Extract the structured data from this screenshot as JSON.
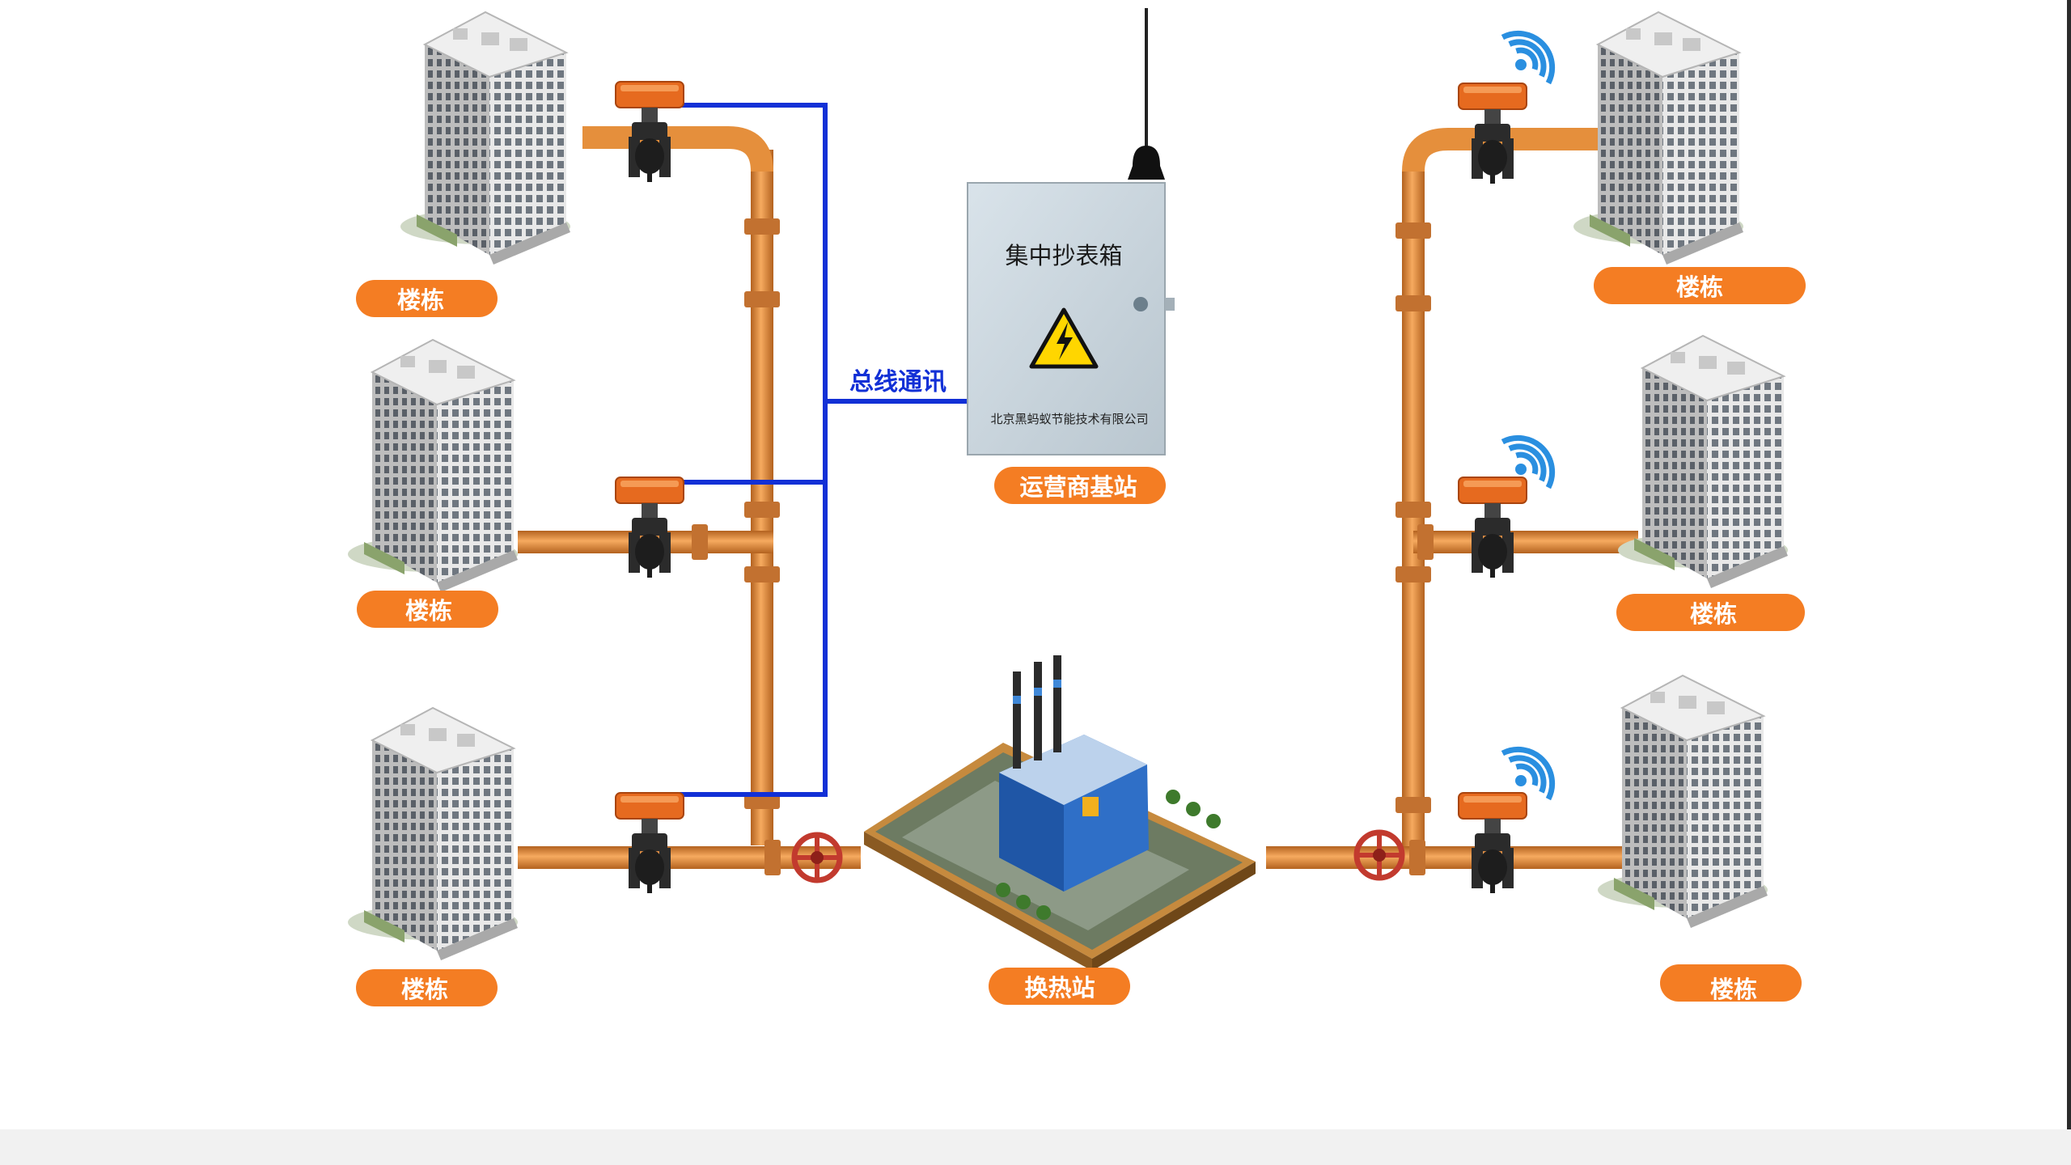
{
  "labels": {
    "building": "楼栋",
    "meter_box_title": "集中抄表箱",
    "company": "北京黑蚂蚁节能技术有限公司",
    "bus_comm": "总线通讯",
    "base_station": "运营商基站",
    "heat_exchange_station": "换热站"
  },
  "colors": {
    "pipe": "#e58f3c",
    "bus_line": "#1230d6",
    "label_bg": "#f47d23",
    "label_text": "#ffffff",
    "wifi": "#2a8fe0",
    "valve_body": "#2a2a2a",
    "actuator": "#e66a1f"
  },
  "icons": [
    "building-icon",
    "valve-icon",
    "wifi-icon",
    "antenna-icon",
    "warning-icon",
    "factory-icon",
    "handwheel-icon"
  ]
}
